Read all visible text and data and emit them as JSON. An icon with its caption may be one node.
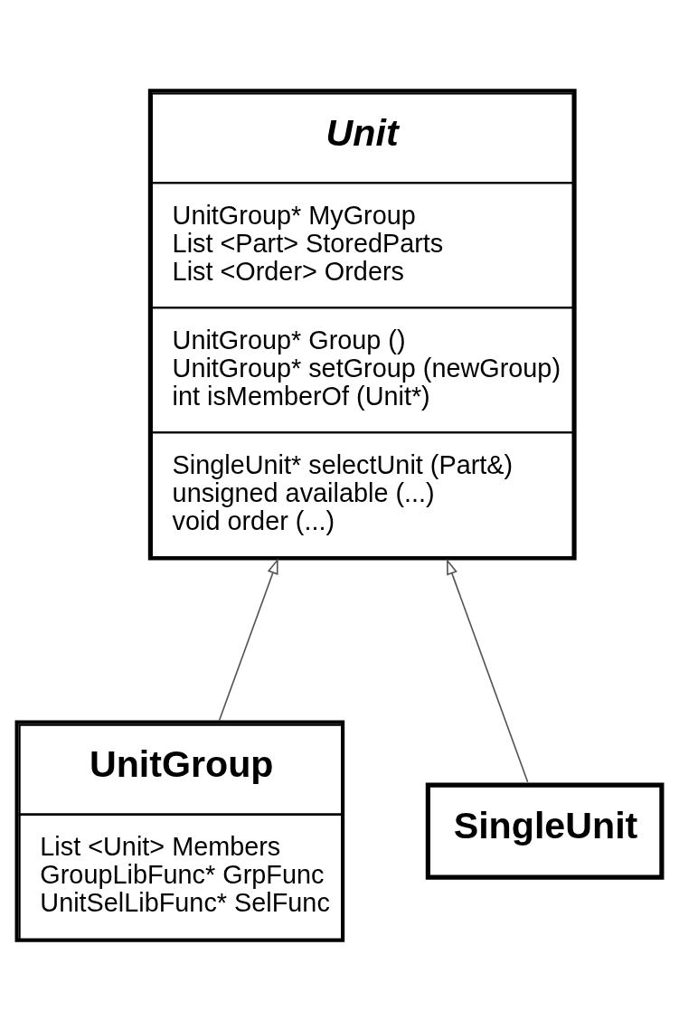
{
  "diagram": {
    "nodes": [
      {
        "text": [
          "Unit",
          "UnitGroup* MyGroup",
          "List <Part> StoredParts",
          "List <Order> Orders",
          "UnitGroup* Group ()",
          "UnitGroup* setGroup (newGroup)",
          "int isMemberOf (Unit*)",
          "SingleUnit* selectUnit (Part&)",
          "unsigned available (...)",
          "void order (...)"
        ]
      },
      {
        "text": [
          "UnitGroup",
          "List <Unit> Members",
          "GroupLibFunc* GrpFunc",
          "UnitSelLibFunc* SelFunc"
        ]
      },
      {
        "text": [
          "SingleUnit"
        ]
      }
    ],
    "edges": [
      {
        "from": 1,
        "to": 0,
        "arrow": "to"
      },
      {
        "from": 2,
        "to": 0,
        "arrow": "to"
      }
    ]
  }
}
